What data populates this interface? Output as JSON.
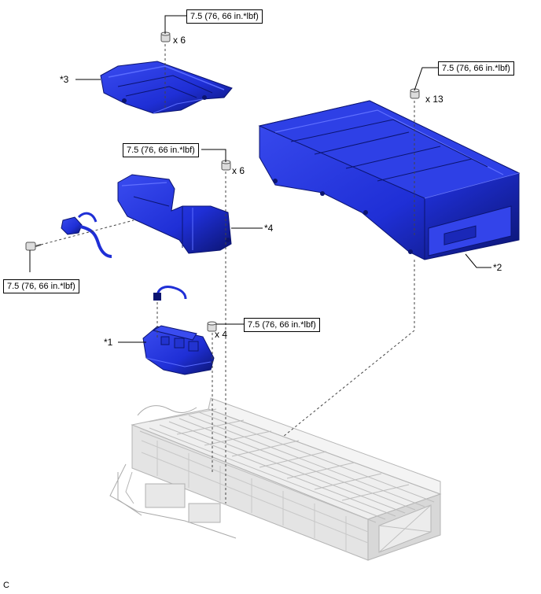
{
  "torque": [
    {
      "id": "t1",
      "label": "7.5 (76, 66 in.*lbf)"
    },
    {
      "id": "t2",
      "label": "7.5 (76, 66 in.*lbf)"
    },
    {
      "id": "t3",
      "label": "7.5 (76, 66 in.*lbf)"
    },
    {
      "id": "t4",
      "label": "7.5 (76, 66 in.*lbf)"
    },
    {
      "id": "t5",
      "label": "7.5 (76, 66 in.*lbf)"
    }
  ],
  "quantities": {
    "q1": "x 6",
    "q2": "x 13",
    "q3": "x 6",
    "q4": "x 4"
  },
  "callouts": {
    "c1": "*1",
    "c2": "*2",
    "c3": "*3",
    "c4": "*4"
  },
  "corner_code": "C",
  "colors": {
    "part_blue": "#1f2fd6",
    "part_dark": "#0b1470",
    "part_light": "#4a5cf0",
    "battery_gray": "#b8b8b8"
  }
}
